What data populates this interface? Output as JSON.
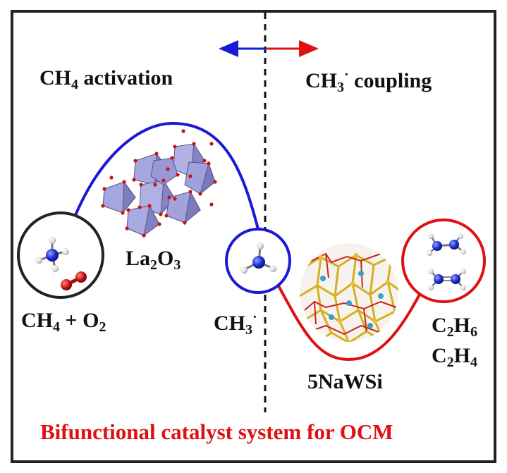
{
  "labels": {
    "left_heading": {
      "pre": "CH",
      "sub": "4",
      "post": " activation"
    },
    "right_heading": {
      "pre": "CH",
      "sub": "3",
      "sup": "·",
      "post": " coupling"
    },
    "la2o3": {
      "a": "La",
      "s1": "2",
      "b": "O",
      "s2": "3"
    },
    "reactants": {
      "a": "CH",
      "s1": "4",
      "b": " + O",
      "s2": "2"
    },
    "radical": {
      "a": "CH",
      "s1": "3",
      "sup": "·"
    },
    "c2h6": {
      "a": "C",
      "s1": "2",
      "b": "H",
      "s2": "6"
    },
    "c2h4": {
      "a": "C",
      "s1": "2",
      "b": "H",
      "s2": "4"
    },
    "nawsi": "5NaWSi"
  },
  "caption": "Bifunctional catalyst system for OCM",
  "colors": {
    "left_curve": "#1a1ad6",
    "right_curve": "#dd1111",
    "frame": "#222222",
    "caption": "#e01010",
    "polyhedra": "#9a9ad8",
    "o_atom": "#cc1111",
    "c_atom": "#1a2ccf",
    "h_atom": "#ffffff"
  }
}
